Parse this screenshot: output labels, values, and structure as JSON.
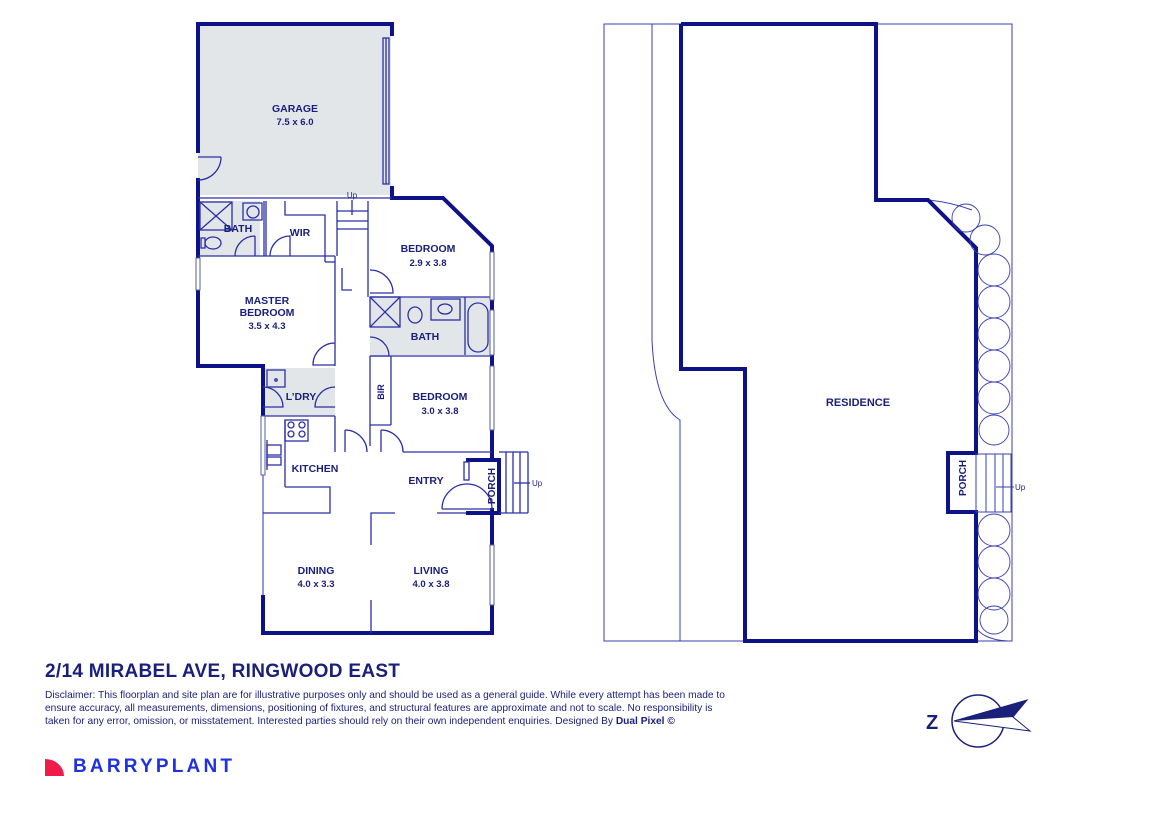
{
  "floorplan": {
    "rooms": [
      {
        "name": "GARAGE",
        "size": "7.5 x 6.0"
      },
      {
        "name": "BATH",
        "size": ""
      },
      {
        "name": "WIR",
        "size": ""
      },
      {
        "name": "BEDROOM",
        "size": "2.9 x 3.8"
      },
      {
        "name": "MASTER BEDROOM",
        "line1": "MASTER",
        "line2": "BEDROOM",
        "size": "3.5 x 4.3"
      },
      {
        "name": "BATH",
        "size": ""
      },
      {
        "name": "L'DRY",
        "label": "L’DRY",
        "size": ""
      },
      {
        "name": "BIR",
        "size": ""
      },
      {
        "name": "BEDROOM",
        "size": "3.0 x 3.8"
      },
      {
        "name": "KITCHEN",
        "size": ""
      },
      {
        "name": "ENTRY",
        "size": ""
      },
      {
        "name": "PORCH",
        "size": ""
      },
      {
        "name": "DINING",
        "size": "4.0 x 3.3"
      },
      {
        "name": "LIVING",
        "size": "4.0 x 3.8"
      }
    ],
    "stairs_labels": {
      "garage_stairs": "Up",
      "porch_stairs": "Up"
    }
  },
  "siteplan": {
    "building_label": "RESIDENCE",
    "porch_label": "PORCH",
    "stairs_label": "Up"
  },
  "footer": {
    "address": "2/14 MIRABEL AVE, RINGWOOD EAST",
    "disclaimer": "Disclaimer: This floorplan and site plan are for illustrative purposes only and should be used as a general guide. While every attempt has been made to ensure accuracy, all measurements, dimensions, positioning of fixtures, and structural features are approximate and not to scale. No responsibility is taken for any error, omission, or misstatement. Interested parties should rely on their own independent enquiries. Designed By ",
    "designer": "Dual Pixel ©",
    "brand": "BARRYPLANT"
  },
  "compass": {
    "label": "Z"
  },
  "colors": {
    "wall": "#0d1288",
    "line": "#3a3fb0",
    "wet_area_fill": "#e3e6e8",
    "text": "#1a1f7a",
    "brand_red": "#f01a4b",
    "brand_blue": "#1f31e0"
  }
}
